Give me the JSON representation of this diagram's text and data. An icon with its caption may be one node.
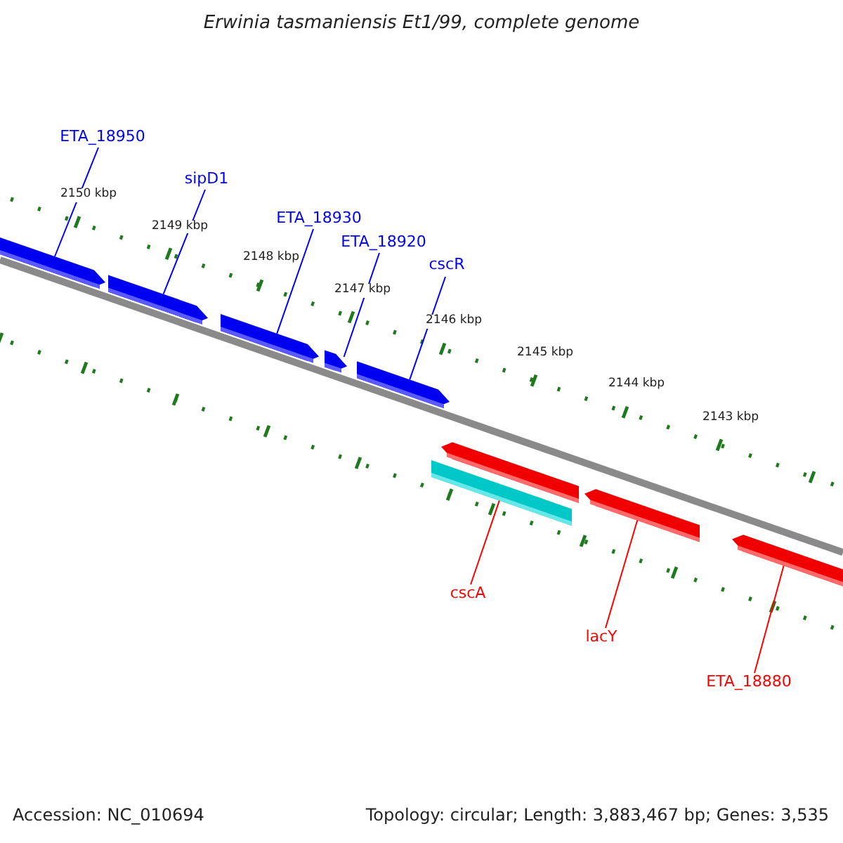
{
  "diagram": {
    "title": "Erwinia tasmaniensis Et1/99, complete genome",
    "nodes": [
      {
        "text": [
          "ETA_18950"
        ]
      },
      {
        "text": [
          "sipD1"
        ]
      },
      {
        "text": [
          "ETA_18930"
        ]
      },
      {
        "text": [
          "ETA_18920"
        ]
      },
      {
        "text": [
          "cscR"
        ]
      },
      {
        "text": [
          "cscA"
        ]
      },
      {
        "text": [
          "lacY"
        ]
      },
      {
        "text": [
          "ETA_18880"
        ]
      },
      {
        "text": [],
        "shape": "bar"
      },
      {
        "text": [],
        "shape": "bar"
      },
      {
        "text": [],
        "shape": "bar"
      },
      {
        "text": [],
        "shape": "bar"
      },
      {
        "text": [],
        "shape": "bar"
      },
      {
        "text": [],
        "shape": "bar"
      },
      {
        "text": [],
        "shape": "bar"
      },
      {
        "text": [],
        "shape": "bar"
      },
      {
        "text": [],
        "shape": "bar"
      }
    ],
    "edges": [
      {
        "from": 0,
        "to": 8,
        "arrow": "none"
      },
      {
        "from": 1,
        "to": 9,
        "arrow": "none"
      },
      {
        "from": 2,
        "to": 10,
        "arrow": "none"
      },
      {
        "from": 3,
        "to": 11,
        "arrow": "none"
      },
      {
        "from": 4,
        "to": 12,
        "arrow": "none"
      },
      {
        "from": 5,
        "to": 13,
        "arrow": "none",
        "color": "#ff0000"
      },
      {
        "from": 6,
        "to": 15,
        "arrow": "none",
        "color": "#ff0000"
      },
      {
        "from": 7,
        "to": 16,
        "arrow": "none",
        "color": "#ff0000"
      }
    ],
    "labels": [
      "2150 kbp",
      "2149 kbp",
      "2148 kbp",
      "2147 kbp",
      "2146 kbp",
      "2145 kbp",
      "2144 kbp",
      "2143 kbp",
      "Accession: NC_010694",
      "Topology: circular; Length: 3,883,467 bp; Genes: 3,535"
    ]
  }
}
